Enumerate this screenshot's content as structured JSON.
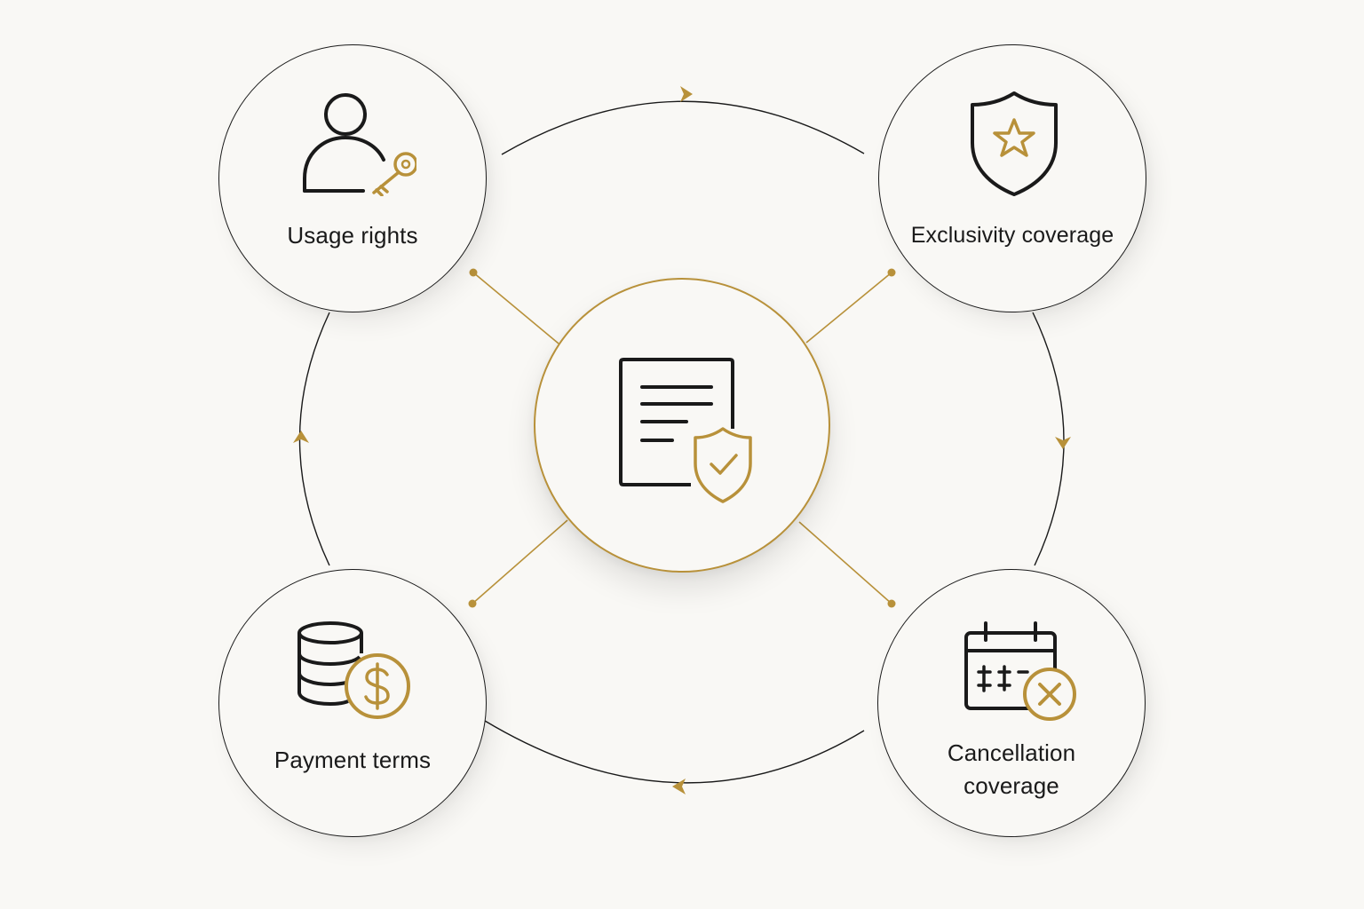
{
  "diagram": {
    "center": {
      "icon": "document-shield-check-icon"
    },
    "nodes": [
      {
        "id": "usage",
        "label": "Usage rights",
        "icon": "user-key-icon"
      },
      {
        "id": "exclusivity",
        "label": "Exclusivity coverage",
        "icon": "shield-star-icon"
      },
      {
        "id": "cancellation",
        "label_line1": "Cancellation",
        "label_line2": "coverage",
        "icon": "calendar-cancel-icon"
      },
      {
        "id": "payment",
        "label": "Payment terms",
        "icon": "coins-dollar-icon"
      }
    ],
    "cycle_direction": "clockwise",
    "colors": {
      "background": "#f9f8f5",
      "ink": "#1a1a1a",
      "accent": "#b8913a"
    }
  }
}
